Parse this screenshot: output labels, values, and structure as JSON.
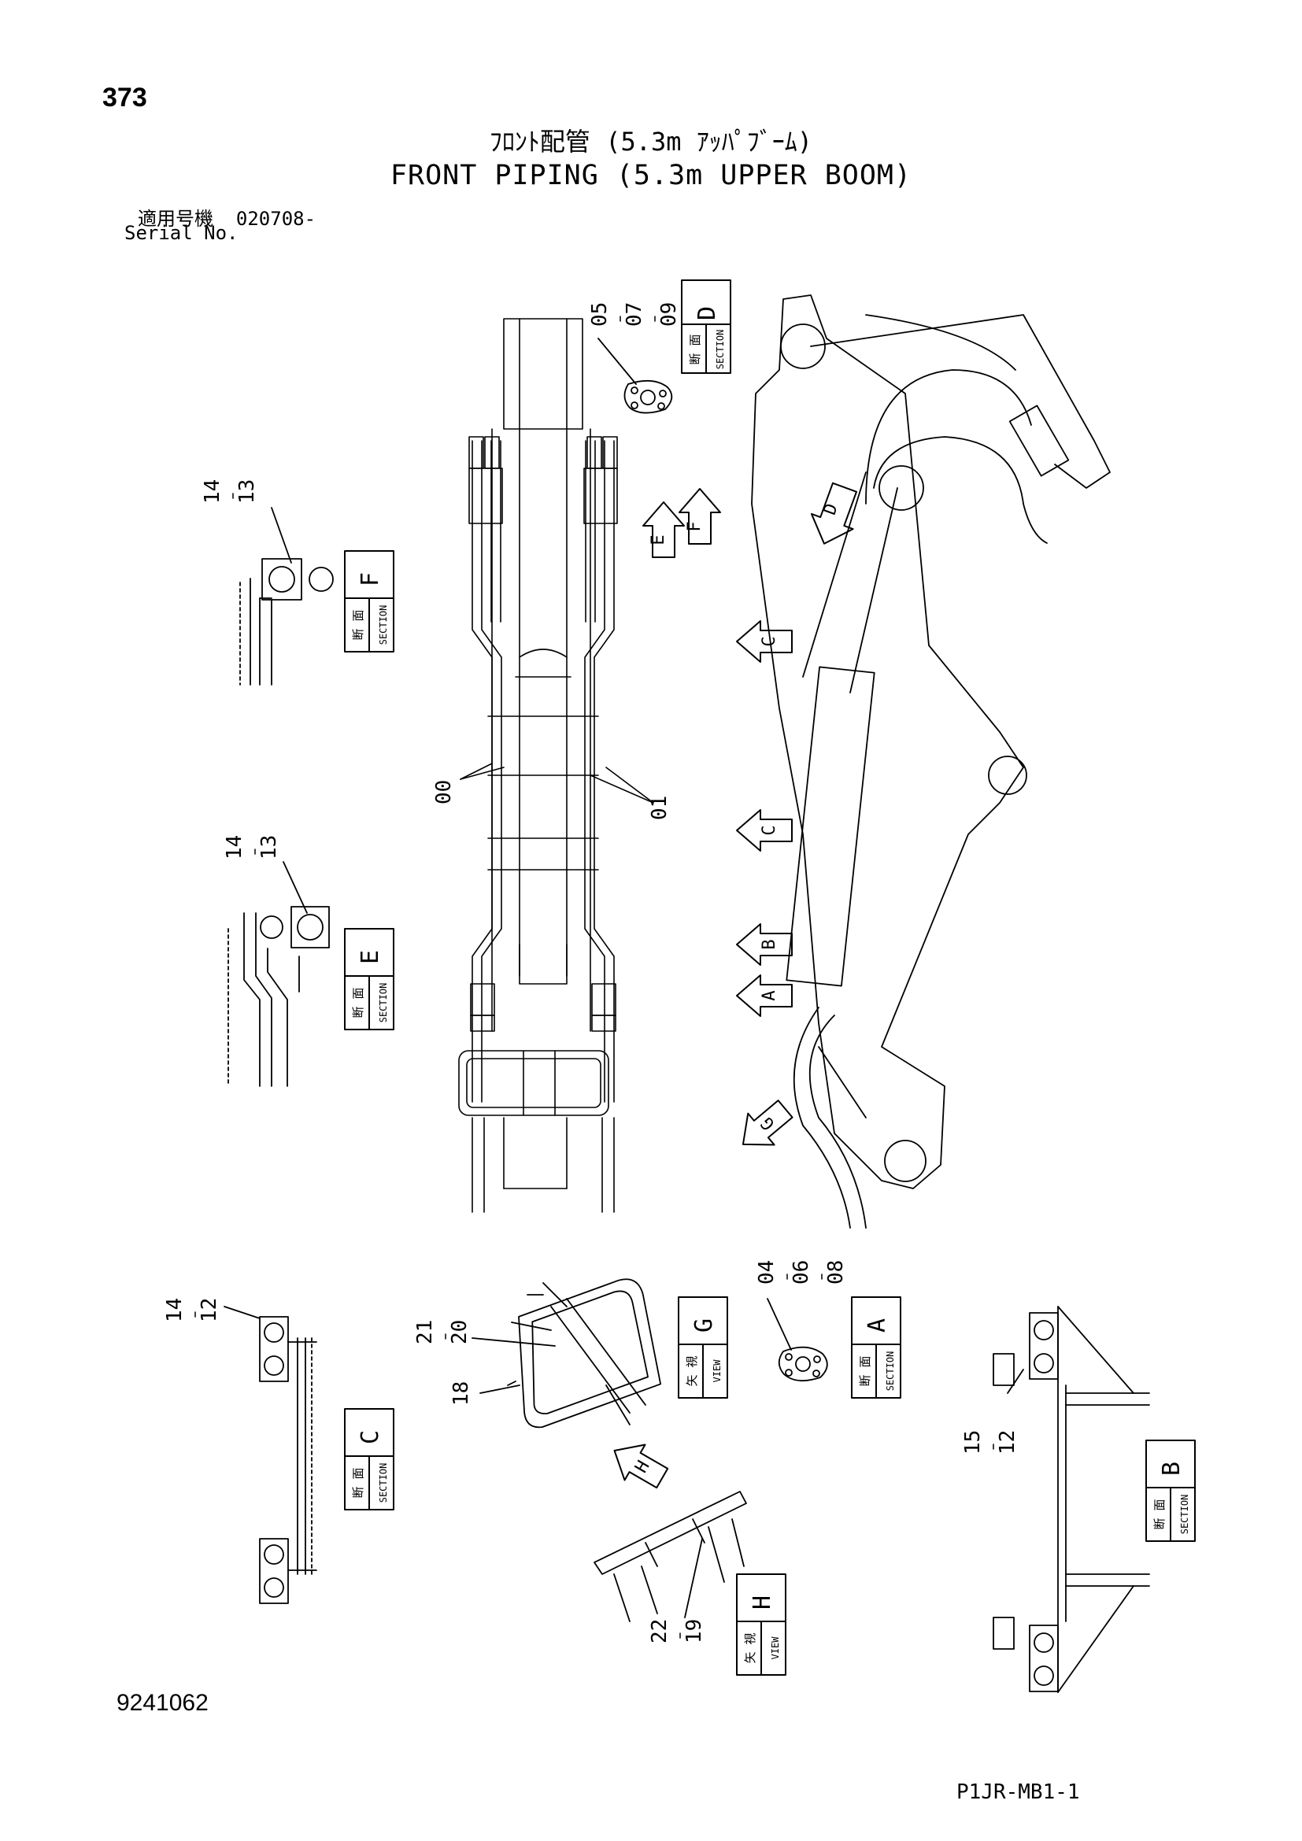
{
  "page_number": "373",
  "title_jp": "ﾌﾛﾝﾄ配管 (5.3m ｱｯﾊﾟﾌﾞｰﾑ)",
  "title_en": "FRONT PIPING (5.3m UPPER BOOM)",
  "serial": {
    "label_jp": "適用号機",
    "value": "020708-",
    "label_en": "Serial No."
  },
  "doc_number": "9241062",
  "page_ref": "P1JR-MB1-1",
  "tag_words": {
    "section_jp": "断 面",
    "section_en": "SECTION",
    "view_jp": "矢 視",
    "view_en": "VIEW"
  },
  "tags": [
    {
      "kind": "section",
      "letter": "D"
    },
    {
      "kind": "section",
      "letter": "F"
    },
    {
      "kind": "section",
      "letter": "E"
    },
    {
      "kind": "section",
      "letter": "C"
    },
    {
      "kind": "view",
      "letter": "G"
    },
    {
      "kind": "section",
      "letter": "A"
    },
    {
      "kind": "view",
      "letter": "H"
    },
    {
      "kind": "section",
      "letter": "B"
    }
  ],
  "part_labels": {
    "p05": "05",
    "p07": "07",
    "p09": "09",
    "p14f": "14",
    "p13f": "13",
    "p14e": "14",
    "p13e": "13",
    "p00": "00",
    "p01": "01",
    "p04": "04",
    "p06": "06",
    "p08": "08",
    "p14c": "14",
    "p12c": "12",
    "p21": "21",
    "p20": "20",
    "p18": "18",
    "p15b": "15",
    "p12b": "12",
    "p22": "22",
    "p19": "19"
  },
  "view_arrows": [
    "D",
    "E",
    "F",
    "C",
    "C",
    "B",
    "A",
    "G",
    "H"
  ]
}
